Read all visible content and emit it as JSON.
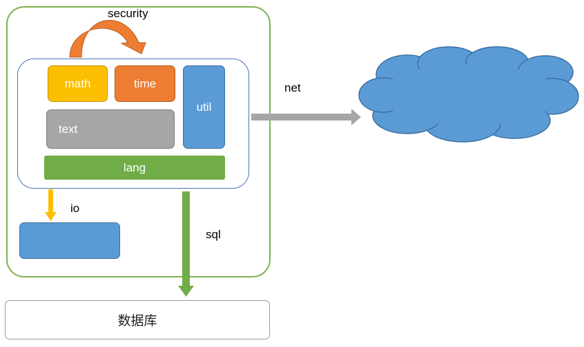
{
  "modules": {
    "math": "math",
    "time": "time",
    "util": "util",
    "text": "text",
    "lang": "lang"
  },
  "labels": {
    "security": "security",
    "net": "net",
    "io": "io",
    "sql": "sql"
  },
  "database": "数据库",
  "colors": {
    "outer_border": "#7cb150",
    "inner_border": "#4a72b5",
    "math": "#fcbf00",
    "time": "#ed7d32",
    "util": "#5b9bd5",
    "text": "#a6a6a6",
    "lang": "#70ad47",
    "io_arrow": "#fcbf00",
    "sql_arrow": "#70ad47",
    "net_arrow": "#a6a6a6",
    "security_arrow": "#ed7d32",
    "cloud": "#5b9bd5"
  }
}
